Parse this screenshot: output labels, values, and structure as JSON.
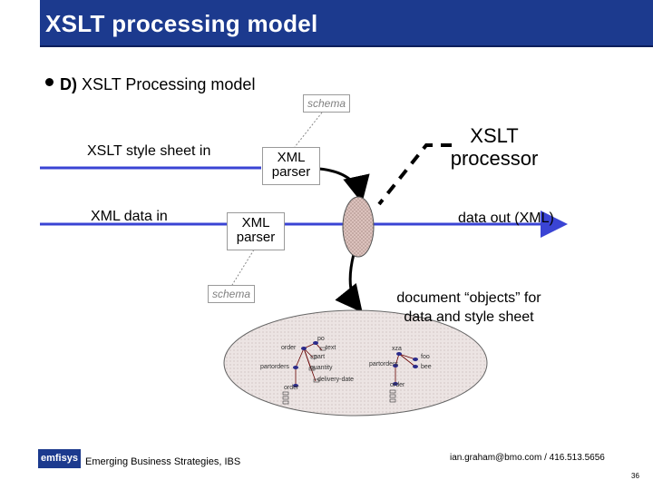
{
  "title": "XSLT processing model",
  "bullet": {
    "prefix": "D)",
    "text": "XSLT Processing model"
  },
  "labels": {
    "stylesheet_in": "XSLT style sheet in",
    "xml_data_in": "XML data in",
    "data_out": "data out (XML)",
    "processor_line1": "XSLT",
    "processor_line2": "processor",
    "doc_objects_line1": "document “objects” for",
    "doc_objects_line2": "data and style sheet",
    "schema_top": "schema",
    "schema_mid": "schema",
    "parser1_line1": "XML",
    "parser1_line2": "parser",
    "parser2_line1": "XML",
    "parser2_line2": "parser"
  },
  "tree_labels": {
    "left_root": "po",
    "left_order": "order",
    "left_text": "text",
    "left_part": "part",
    "left_partorders": "partorders",
    "left_quantity": "quantity",
    "left_delivery": "delivery-date",
    "left_order2": "order",
    "right_root": "xza",
    "right_foo": "foo",
    "right_bee": "bee",
    "right_partorders": "partorders",
    "right_order": "order"
  },
  "footer": {
    "logo": "emfisys",
    "left": "Emerging Business Strategies, IBS",
    "right": "ian.graham@bmo.com / 416.513.5656",
    "page": "36"
  },
  "colors": {
    "title_bg": "#1c3a8e",
    "arrow_blue": "#3a44d4",
    "processor_fill": "#d4b8b4"
  }
}
